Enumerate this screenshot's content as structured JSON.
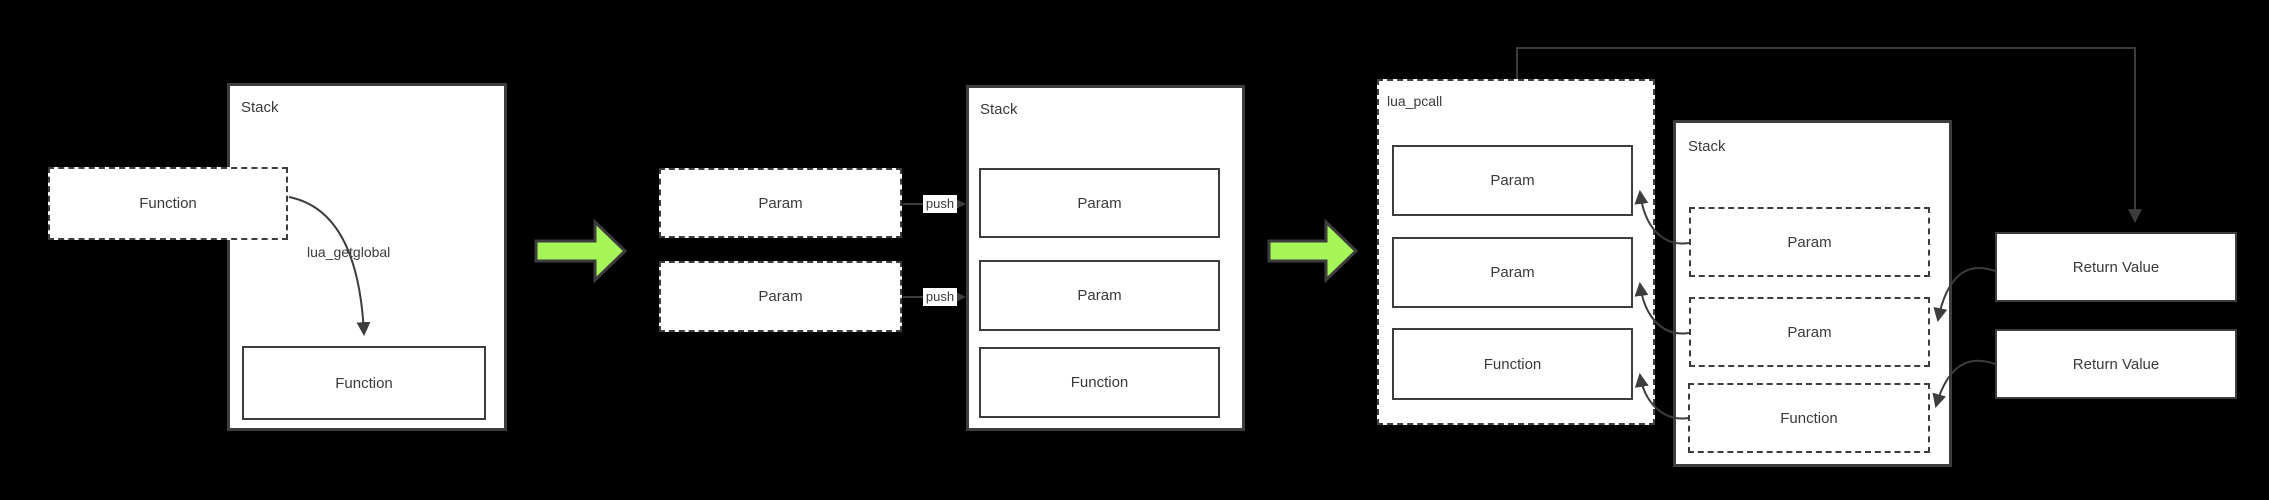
{
  "colors": {
    "background": "#000000",
    "box_fill": "#ffffff",
    "line": "#3d3d3d",
    "text": "#3a3a3a",
    "green_arrow_fill": "#a6f559"
  },
  "step1": {
    "stack_title": "Stack",
    "external_function": "Function",
    "call_label": "lua_getglobal",
    "stack_function": "Function"
  },
  "step2": {
    "param_top": "Param",
    "param_bottom": "Param",
    "push_top": "push",
    "push_bottom": "push",
    "stack_title": "Stack",
    "stack_param_top": "Param",
    "stack_param_middle": "Param",
    "stack_function": "Function"
  },
  "step3": {
    "pcall_title": "lua_pcall",
    "pcall_param_top": "Param",
    "pcall_param_middle": "Param",
    "pcall_function": "Function",
    "stack_title": "Stack",
    "stack_param_top": "Param",
    "stack_param_middle": "Param",
    "stack_function": "Function",
    "return_value_top": "Return Value",
    "return_value_bottom": "Return Value"
  }
}
